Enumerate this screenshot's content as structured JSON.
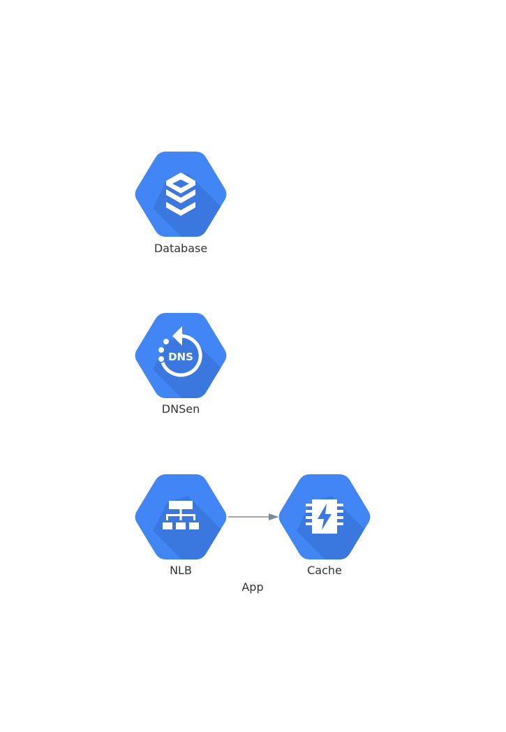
{
  "diagram": {
    "colors": {
      "hex_fill": "#4285f4",
      "hex_shadow": "#3a78e0",
      "icon_fill": "#ffffff",
      "edge": "#7a8a99",
      "label": "#333333"
    },
    "nodes": [
      {
        "id": "database",
        "label": "Database",
        "icon": "database-icon"
      },
      {
        "id": "dns",
        "label": "DNSen",
        "icon": "dns-icon"
      },
      {
        "id": "nlb",
        "label": "NLB",
        "icon": "load-balancer-icon"
      },
      {
        "id": "cache",
        "label": "Cache",
        "icon": "memorystore-icon"
      }
    ],
    "edges": [
      {
        "from": "nlb",
        "to": "cache"
      }
    ],
    "groups": [
      {
        "label": "App"
      }
    ]
  }
}
